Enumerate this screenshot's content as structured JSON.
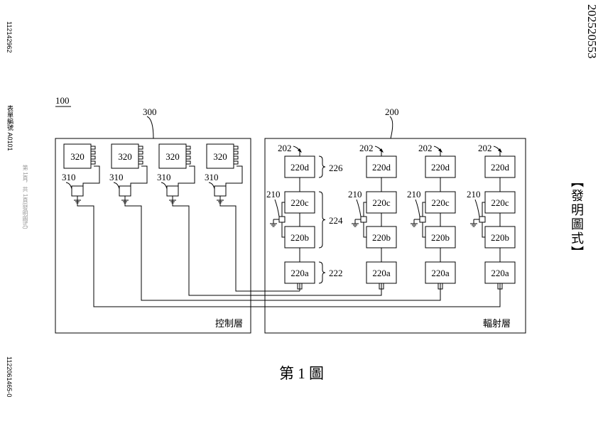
{
  "margin": {
    "top_code": "112142962",
    "form_code": "表單編號 A0101",
    "page_note": "第 1頁，共 1頁(發明圖式)",
    "bottom_code": "1122061465-0"
  },
  "publication_number": "202520553",
  "section_title": "【發明圖式】",
  "figure_caption": "第 1 圖",
  "system_label": "100",
  "control_layer": {
    "ref": "300",
    "name": "控制層",
    "controller_label": "320",
    "switch_label": "310"
  },
  "radiation_layer": {
    "ref": "200",
    "name": "輻射層",
    "unit_label": "202",
    "switch_label": "210",
    "elements": [
      "220d",
      "220c",
      "220b",
      "220a"
    ],
    "group_labels": [
      "226",
      "224",
      "222"
    ]
  },
  "colors": {
    "line": "#000000",
    "background": "#ffffff"
  }
}
